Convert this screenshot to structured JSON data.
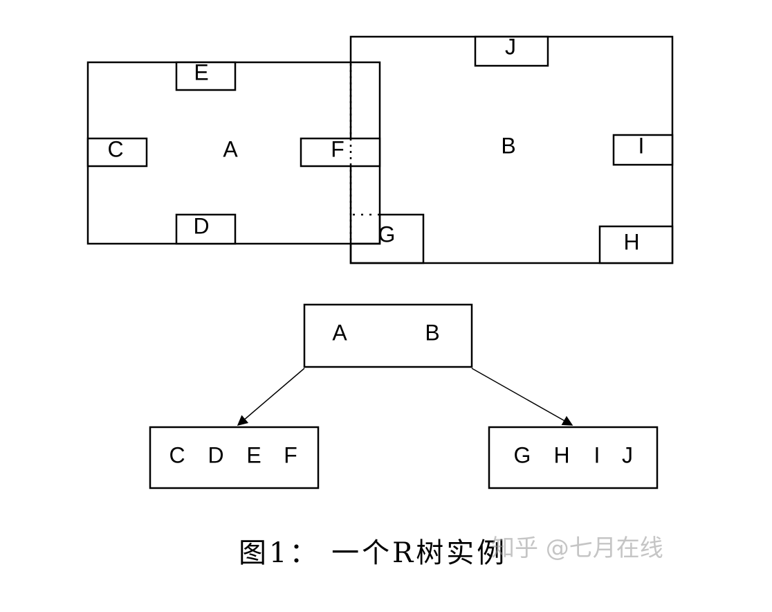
{
  "regions": {
    "A": "A",
    "B": "B",
    "C": "C",
    "D": "D",
    "E": "E",
    "F": "F",
    "G": "G",
    "H": "H",
    "I": "I",
    "J": "J"
  },
  "tree": {
    "root": [
      "A",
      "B"
    ],
    "left_child": [
      "C",
      "D",
      "E",
      "F"
    ],
    "right_child": [
      "G",
      "H",
      "I",
      "J"
    ]
  },
  "caption": "图1： 一个R树实例",
  "watermark": "知乎 @七月在线"
}
